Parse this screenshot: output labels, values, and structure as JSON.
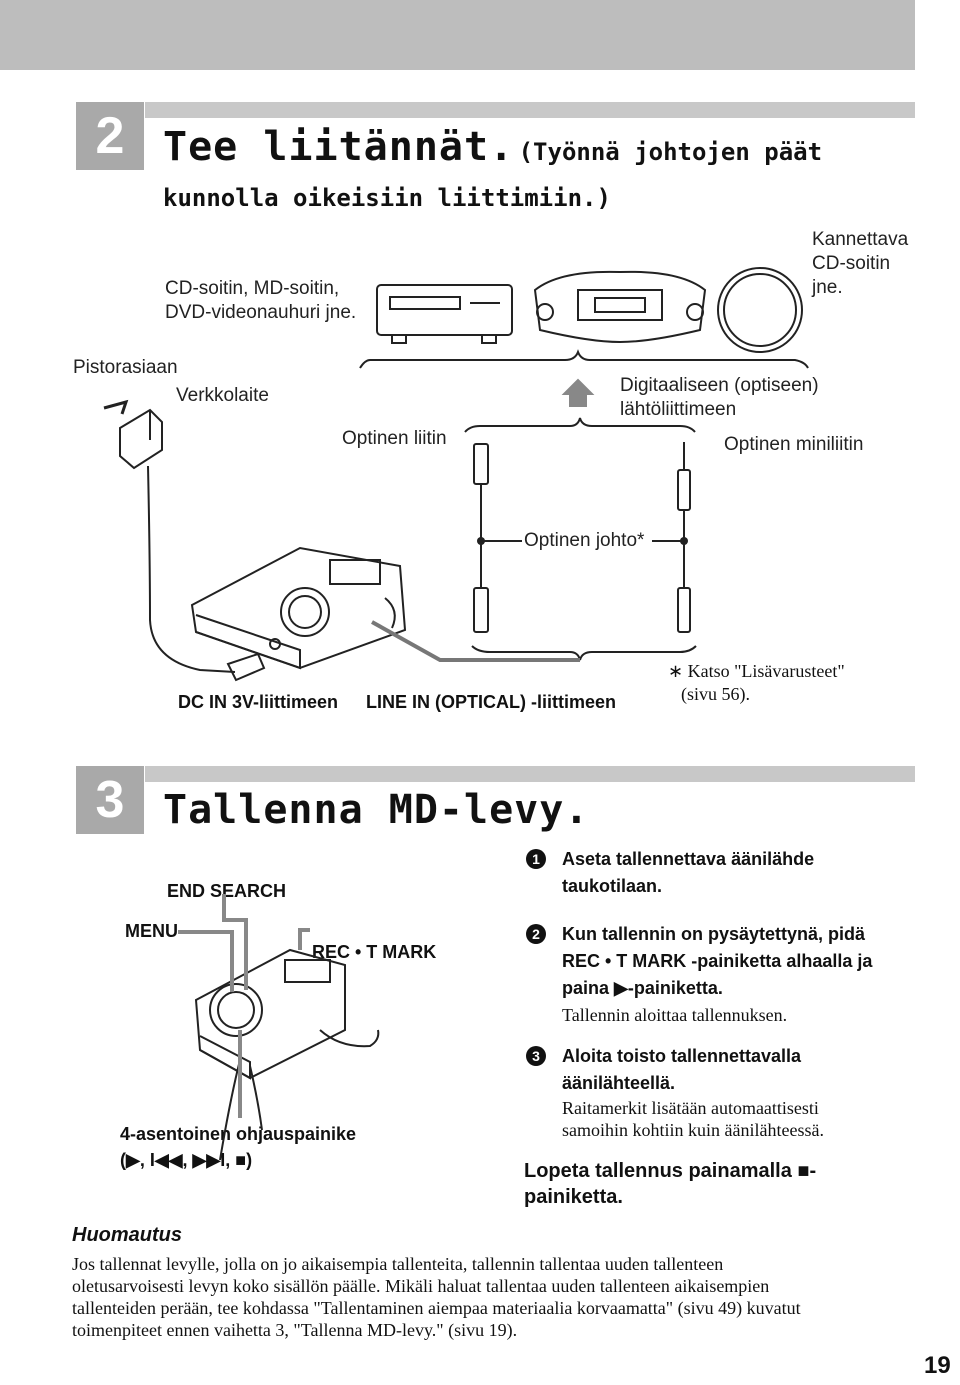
{
  "step2": {
    "number": "2",
    "title": "Tee liitännät.",
    "title_paren_1": "(Työnnä johtojen päät",
    "title_paren_2": "kunnolla oikeisiin liittimiin.)",
    "label_sources_1": "CD-soitin, MD-soitin,",
    "label_sources_2": "DVD-videonauhuri jne.",
    "label_portable_1": "Kannettava",
    "label_portable_2": "CD-soitin",
    "label_portable_3": "jne.",
    "label_outlet": "Pistorasiaan",
    "label_adapter": "Verkkolaite",
    "label_digital_out_1": "Digitaaliseen (optiseen)",
    "label_digital_out_2": "lähtöliittimeen",
    "label_optical_plug": "Optinen liitin",
    "label_optical_mini": "Optinen miniliitin",
    "label_optical_cable": "Optinen johto*",
    "label_dc_in": "DC IN 3V-liittimeen",
    "label_line_in": "LINE IN (OPTICAL) -liittimeen",
    "footnote_1": "∗ Katso \"Lisävarusteet\"",
    "footnote_2": "(sivu 56)."
  },
  "step3": {
    "number": "3",
    "title": "Tallenna MD-levy.",
    "label_end_search": "END SEARCH",
    "label_menu": "MENU",
    "label_rec": "REC • T MARK",
    "label_control_1": "4-asentoinen ohjauspainike",
    "label_control_2": "(▶, I◀◀, ▶▶I, ■)",
    "items": [
      {
        "num": "1",
        "bold_1": "Aseta tallennettava äänilähde",
        "bold_2": "taukotilaan."
      },
      {
        "num": "2",
        "bold_1": "Kun tallennin on pysäytettynä, pidä",
        "bold_2": "REC • T MARK -painiketta alhaalla ja",
        "bold_3": "paina ▶-painiketta.",
        "text": "Tallennin aloittaa tallennuksen."
      },
      {
        "num": "3",
        "bold_1": "Aloita toisto tallennettavalla",
        "bold_2": "äänilähteellä.",
        "text_1": "Raitamerkit lisätään automaattisesti",
        "text_2": "samoihin kohtiin kuin äänilähteessä."
      }
    ],
    "stop_1": "Lopeta tallennus painamalla ■-",
    "stop_2": "painiketta."
  },
  "note": {
    "heading": "Huomautus",
    "lines": [
      "Jos tallennat levylle, jolla on jo aikaisempia tallenteita, tallennin tallentaa uuden tallenteen",
      "oletusarvoisesti levyn koko sisällön päälle. Mikäli haluat tallentaa uuden tallenteen aikaisempien",
      "tallenteiden perään, tee kohdassa \"Tallentaminen aiempaa materiaalia korvaamatta\" (sivu 49) kuvatut",
      "toimenpiteet ennen vaihetta 3, \"Tallenna MD-levy.\" (sivu 19)."
    ]
  },
  "page_number": "19"
}
